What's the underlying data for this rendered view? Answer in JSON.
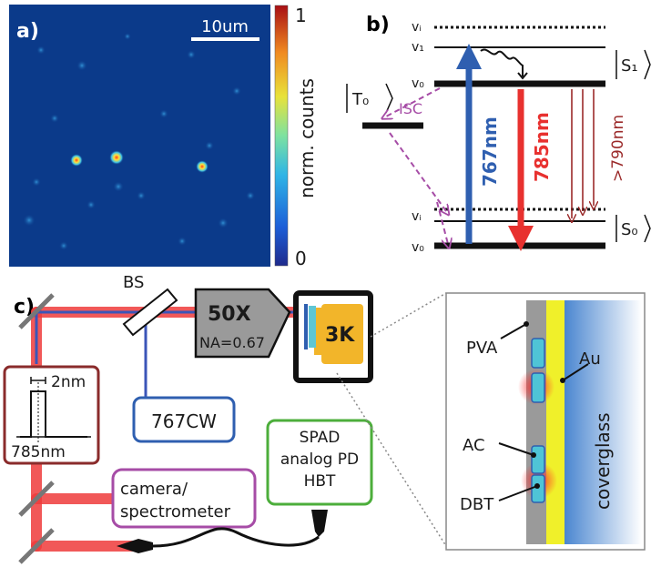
{
  "panels": {
    "a": {
      "label": "a)",
      "scalebar": "10um",
      "colorbar": {
        "label": "norm. counts",
        "max": "1",
        "min": "0"
      }
    },
    "b": {
      "label": "b)",
      "levels": {
        "vi_top": "vᵢ",
        "v1": "v₁",
        "v0_top": "v₀",
        "vi_bottom": "vᵢ",
        "v0_bottom": "v₀"
      },
      "states": {
        "t0": "T₀",
        "s1": "S₁",
        "s0": "S₀"
      },
      "isc": "ISC",
      "wavelengths": {
        "excite": "767nm",
        "emit": "785nm",
        "red_shift": ">790nm"
      }
    },
    "c": {
      "label": "c)",
      "bs": "BS",
      "objective_mag": "50X",
      "objective_na": "NA=0.67",
      "cryostat": "3K",
      "laser": "767CW",
      "filter_width": "2nm",
      "filter_center": "785nm",
      "camera": [
        "camera/",
        "spectrometer"
      ],
      "detector": [
        "SPAD",
        "analog PD",
        "HBT"
      ]
    },
    "inset": {
      "pva": "PVA",
      "au": "Au",
      "coverglass": "coverglass",
      "ac": "AC",
      "dbt": "DBT"
    }
  },
  "colors": {
    "blue_arrow": "#2f5fb0",
    "red_arrow": "#e8312f",
    "darkred_arrow": "#9b2a2a",
    "isc": "#a64ca6",
    "beam_red": "#ee3b3b",
    "beam_blue": "#3b55b8",
    "laser_box": "#2f5fb0",
    "filter_box": "#8a2b2b",
    "camera_box": "#a64ca6",
    "detector_box": "#4cae3b",
    "objective": "#9a9a9a",
    "cryostat": "#f2b52a",
    "map_bg": "#0b3a8a"
  }
}
